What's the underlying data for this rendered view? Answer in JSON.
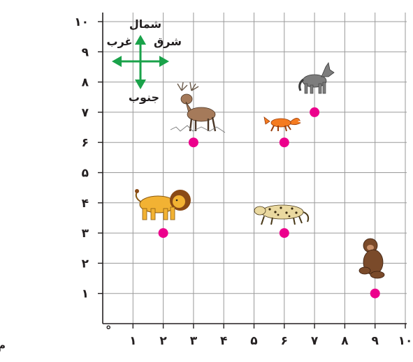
{
  "chart_data": {
    "type": "scatter",
    "x_ticks": [
      "۱",
      "۲",
      "۳",
      "۴",
      "۵",
      "۶",
      "۷",
      "۸",
      "۹",
      "۱۰"
    ],
    "y_ticks": [
      "۱",
      "۲",
      "۳",
      "۴",
      "۵",
      "۶",
      "۷",
      "۸",
      "۹",
      "۱۰"
    ],
    "xlim": [
      0,
      10
    ],
    "ylim": [
      0,
      10
    ],
    "grid": true,
    "origin_mark": "°",
    "origin_label": "م (مبدأ مختصات)",
    "points": [
      {
        "x": 2,
        "y": 3,
        "icon": "lion-icon"
      },
      {
        "x": 3,
        "y": 6,
        "icon": "deer-icon"
      },
      {
        "x": 6,
        "y": 6,
        "icon": "fox-icon"
      },
      {
        "x": 7,
        "y": 7,
        "icon": "wolf-icon"
      },
      {
        "x": 6,
        "y": 3,
        "icon": "leopard-icon"
      },
      {
        "x": 9,
        "y": 1,
        "icon": "monkey-icon"
      }
    ],
    "point_color": "#ec008c"
  },
  "compass": {
    "north": "شمال",
    "south": "جنوب",
    "east": "شرق",
    "west": "غرب",
    "arrow_color": "#1aa24a"
  },
  "colors": {
    "grid": "#9a9a9a",
    "axis": "#231f20"
  }
}
